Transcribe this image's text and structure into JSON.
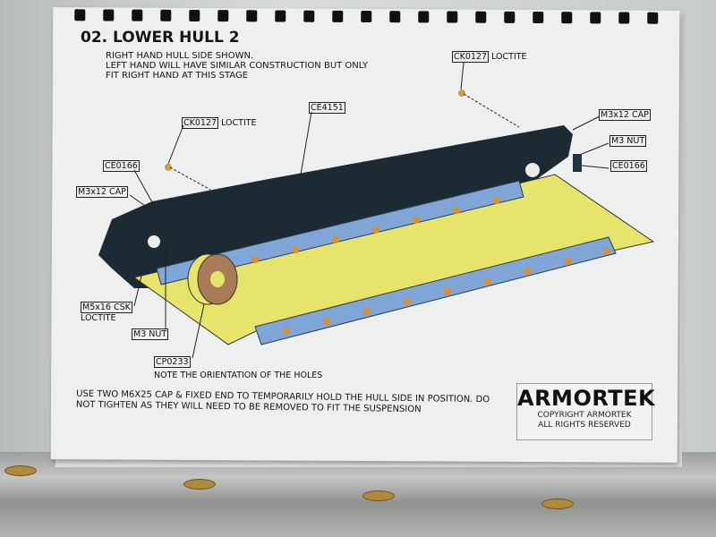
{
  "header": {
    "title": "02. LOWER HULL 2",
    "notes": [
      "RIGHT HAND HULL SIDE SHOWN.",
      "LEFT HAND WILL HAVE SIMILAR CONSTRUCTION BUT ONLY",
      "FIT RIGHT HAND AT THIS STAGE"
    ]
  },
  "callouts": {
    "ck0127_right": {
      "part": "CK0127",
      "note": "LOCTITE"
    },
    "ck0127_left": {
      "part": "CK0127",
      "note": "LOCTITE"
    },
    "ce4151": {
      "part": "CE4151"
    },
    "m3x12_right": {
      "part": "M3x12 CAP"
    },
    "m3nut_right": {
      "part": "M3 NUT"
    },
    "ce0166_right": {
      "part": "CE0166"
    },
    "ce0166_left": {
      "part": "CE0166"
    },
    "m3x12_left": {
      "part": "M3x12 CAP"
    },
    "m5x16": {
      "part": "M5x16 CSK",
      "note": "LOCTITE"
    },
    "m3nut_left": {
      "part": "M3 NUT"
    },
    "cp0233": {
      "part": "CP0233",
      "note": "NOTE THE ORIENTATION OF THE HOLES"
    }
  },
  "footer": {
    "lines": [
      "USE TWO M6X25 CAP & FIXED END TO TEMPORARILY HOLD THE HULL SIDE IN POSITION. DO",
      "NOT TIGHTEN AS THEY WILL NEED TO BE REMOVED TO FIT THE SUSPENSION"
    ]
  },
  "logo": {
    "name": "ARMORTEK",
    "copyright": "COPYRIGHT ARMORTEK",
    "rights": "ALL RIGHTS RESERVED"
  },
  "colors": {
    "hull": "#1c2a33",
    "plate": "#e6e46a",
    "bar": "#7fa6d6",
    "washer": "#b0805a"
  }
}
